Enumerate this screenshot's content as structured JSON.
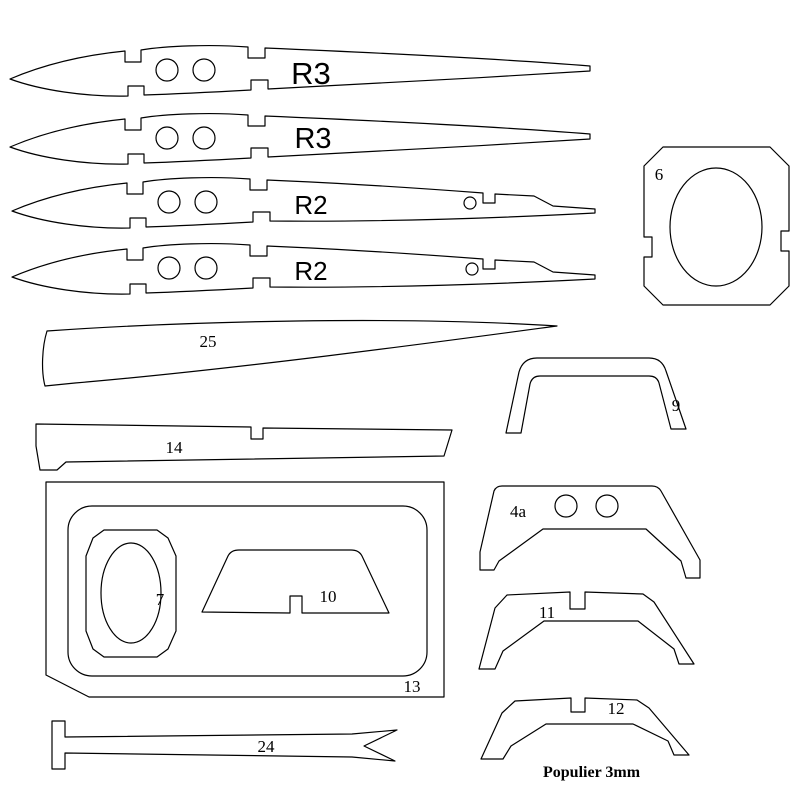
{
  "drawing": {
    "background": "#ffffff",
    "stroke_color": "#000000",
    "material_note": "Populier 3mm"
  },
  "labels": {
    "rib1": "R3",
    "rib2": "R3",
    "rib3": "R2",
    "rib4": "R2",
    "former6": "6",
    "planing25": "25",
    "former9": "9",
    "strip14": "14",
    "ring7": "7",
    "former10": "10",
    "plate13": "13",
    "former4a": "4a",
    "former11": "11",
    "former12": "12",
    "strip24": "24"
  }
}
